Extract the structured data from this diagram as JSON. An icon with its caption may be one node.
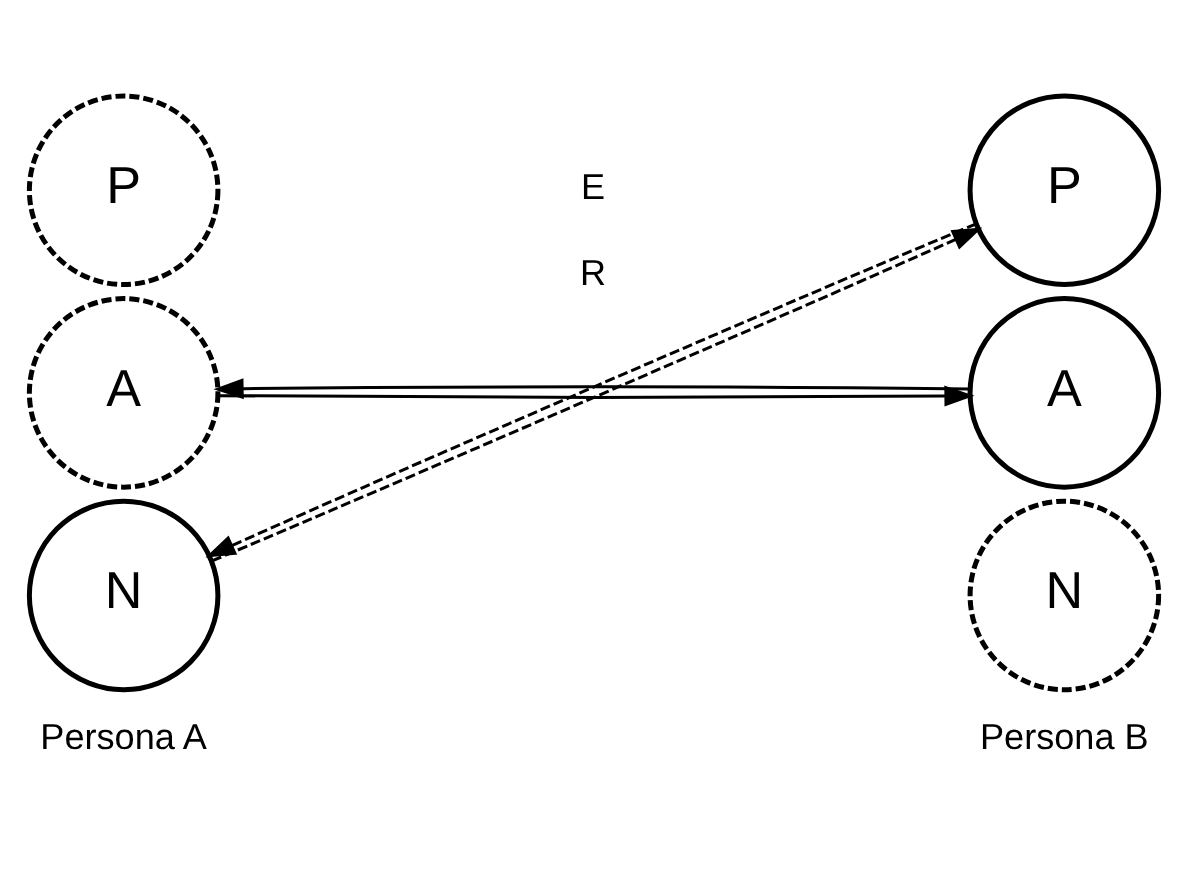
{
  "diagram": {
    "nodes": [
      {
        "text": [
          "P"
        ]
      },
      {
        "text": [
          "A"
        ]
      },
      {
        "text": [
          "N"
        ]
      },
      {
        "text": [
          "P"
        ]
      },
      {
        "text": [
          "A"
        ]
      },
      {
        "text": [
          "N"
        ]
      }
    ],
    "edges": [
      {
        "from": 1,
        "to": 4,
        "arrow": "to"
      },
      {
        "from": 4,
        "to": 1,
        "arrow": "to"
      },
      {
        "from": 2,
        "to": 3,
        "arrow": "to",
        "style": "dashed"
      },
      {
        "from": 3,
        "to": 2,
        "arrow": "to",
        "style": "dashed"
      }
    ],
    "labels": [
      "E",
      "R",
      "Persona A",
      "Persona B"
    ]
  }
}
